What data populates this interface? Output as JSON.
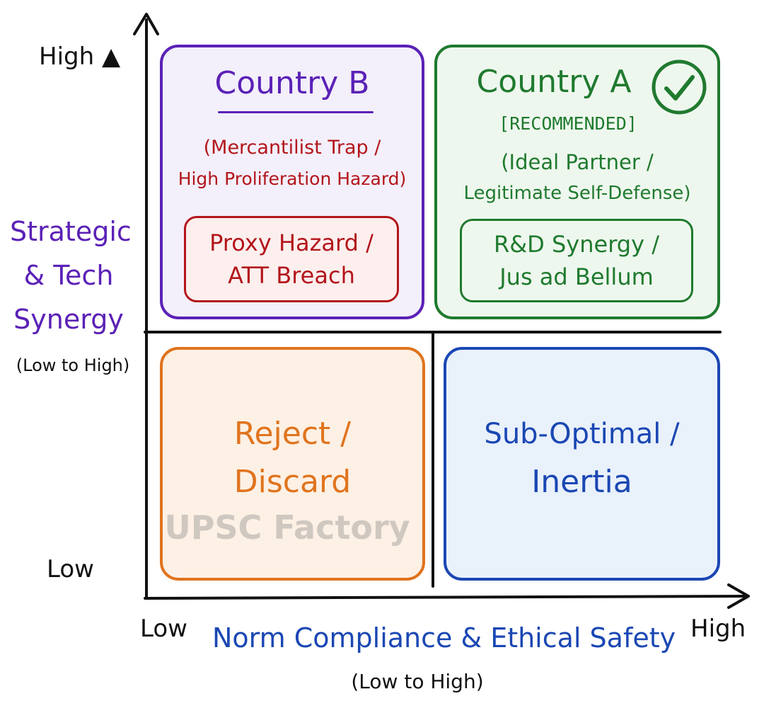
{
  "colors": {
    "purple": "#5b21b6",
    "purple_fill": "#f3effb",
    "green": "#1f7a2e",
    "green_fill": "#eef7ee",
    "red": "#b3151b",
    "red_fill": "#fcefee",
    "orange": "#e0741e",
    "orange_fill": "#fdf0e4",
    "blue": "#1a47b3",
    "blue_fill": "#e9f1fb",
    "axis": "#111111"
  },
  "y_axis": {
    "high_label": "High ▲",
    "low_label": "Low",
    "title_lines": [
      "Strategic",
      "& Tech",
      "Synergy"
    ],
    "range_note": "(Low to High)"
  },
  "x_axis": {
    "low_label": "Low",
    "high_label": "High",
    "title": "Norm Compliance & Ethical Safety",
    "range_note": "(Low to High)"
  },
  "quadrants": {
    "top_left": {
      "title": "Country B",
      "subtitle_lines": [
        "(Mercantilist Trap /",
        "High Proliferation Hazard)"
      ],
      "inner_lines": [
        "Proxy Hazard /",
        "ATT Breach"
      ]
    },
    "top_right": {
      "title": "Country A",
      "tag": "[RECOMMENDED]",
      "icon": "check-circle-icon",
      "subtitle_lines": [
        "(Ideal Partner /",
        "Legitimate Self-Defense)"
      ],
      "inner_lines": [
        "R&D Synergy /",
        "Jus ad Bellum"
      ]
    },
    "bottom_left": {
      "lines": [
        "Reject /",
        "Discard"
      ]
    },
    "bottom_right": {
      "lines": [
        "Sub-Optimal /",
        "Inertia"
      ]
    }
  },
  "watermark": "UPSC Factory"
}
